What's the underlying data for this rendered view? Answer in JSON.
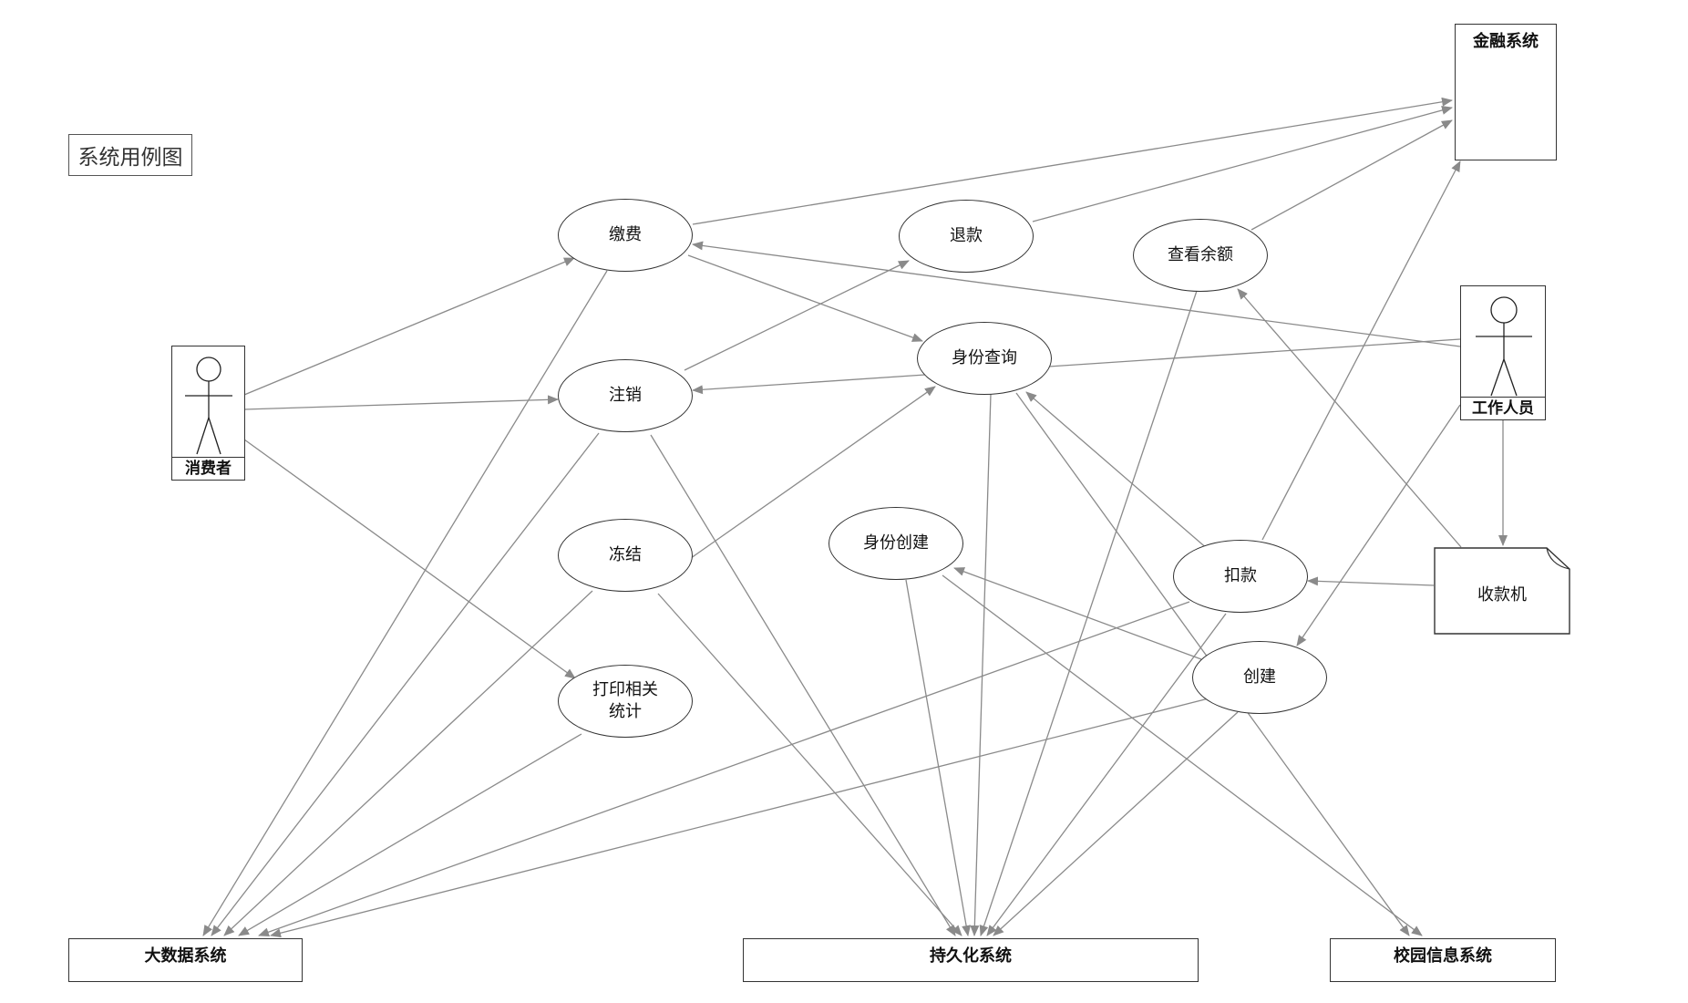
{
  "diagram_title": "系统用例图",
  "actors": {
    "consumer": "消费者",
    "staff": "工作人员"
  },
  "systems": {
    "finance": "金融系统",
    "bigdata": "大数据系统",
    "persistence": "持久化系统",
    "campus": "校园信息系统"
  },
  "pos": "收款机",
  "use_cases": {
    "pay": "缴费",
    "refund": "退款",
    "balance": "查看余额",
    "id_query": "身份查询",
    "cancel": "注销",
    "freeze": "冻结",
    "id_create": "身份创建",
    "deduct": "扣款",
    "create": "创建",
    "print_line1": "打印相关",
    "print_line2": "统计"
  }
}
